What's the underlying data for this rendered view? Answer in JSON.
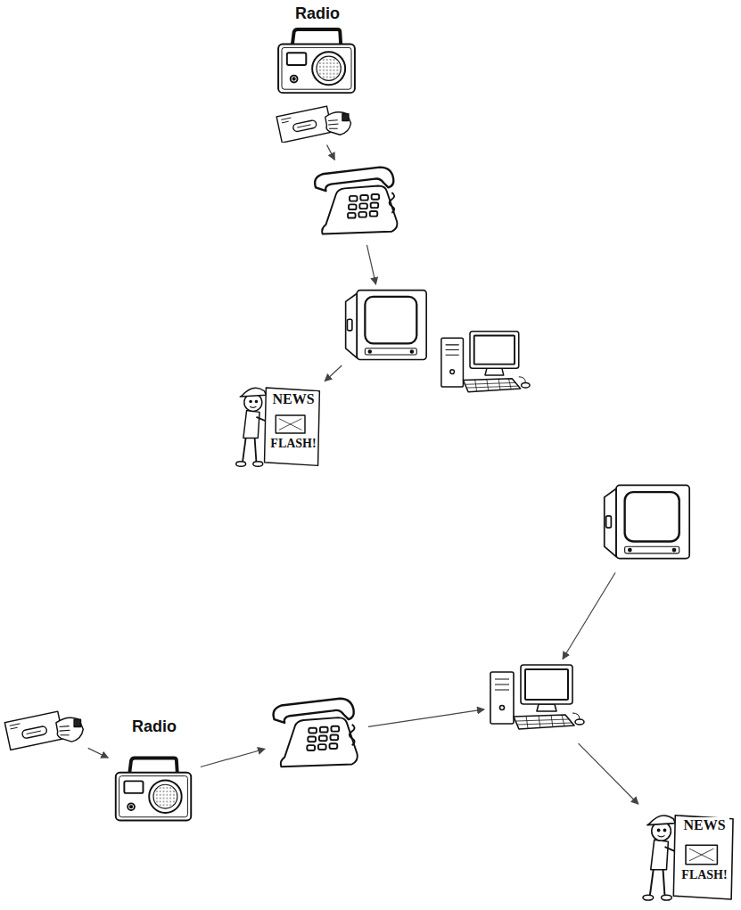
{
  "diagram": {
    "nodes": [
      {
        "text": [
          "Radio"
        ]
      },
      {
        "text": []
      },
      {
        "text": []
      },
      {
        "text": []
      },
      {
        "text": []
      },
      {
        "text": [
          "NEWS",
          "FLASH!"
        ]
      },
      {
        "text": []
      },
      {
        "text": []
      },
      {
        "text": [
          "Radio"
        ]
      },
      {
        "text": []
      },
      {
        "text": []
      },
      {
        "text": [
          "NEWS",
          "FLASH!"
        ]
      }
    ],
    "edges": [
      {
        "from": 1,
        "to": 2,
        "arrow": "to"
      },
      {
        "from": 2,
        "to": 3,
        "arrow": "to"
      },
      {
        "from": 3,
        "to": 5,
        "arrow": "to"
      },
      {
        "from": 7,
        "to": 8,
        "arrow": "to"
      },
      {
        "from": 8,
        "to": 9,
        "arrow": "to"
      },
      {
        "from": 9,
        "to": 10,
        "arrow": "to"
      },
      {
        "from": 6,
        "to": 10,
        "arrow": "to"
      },
      {
        "from": 10,
        "to": 11,
        "arrow": "to"
      }
    ]
  }
}
